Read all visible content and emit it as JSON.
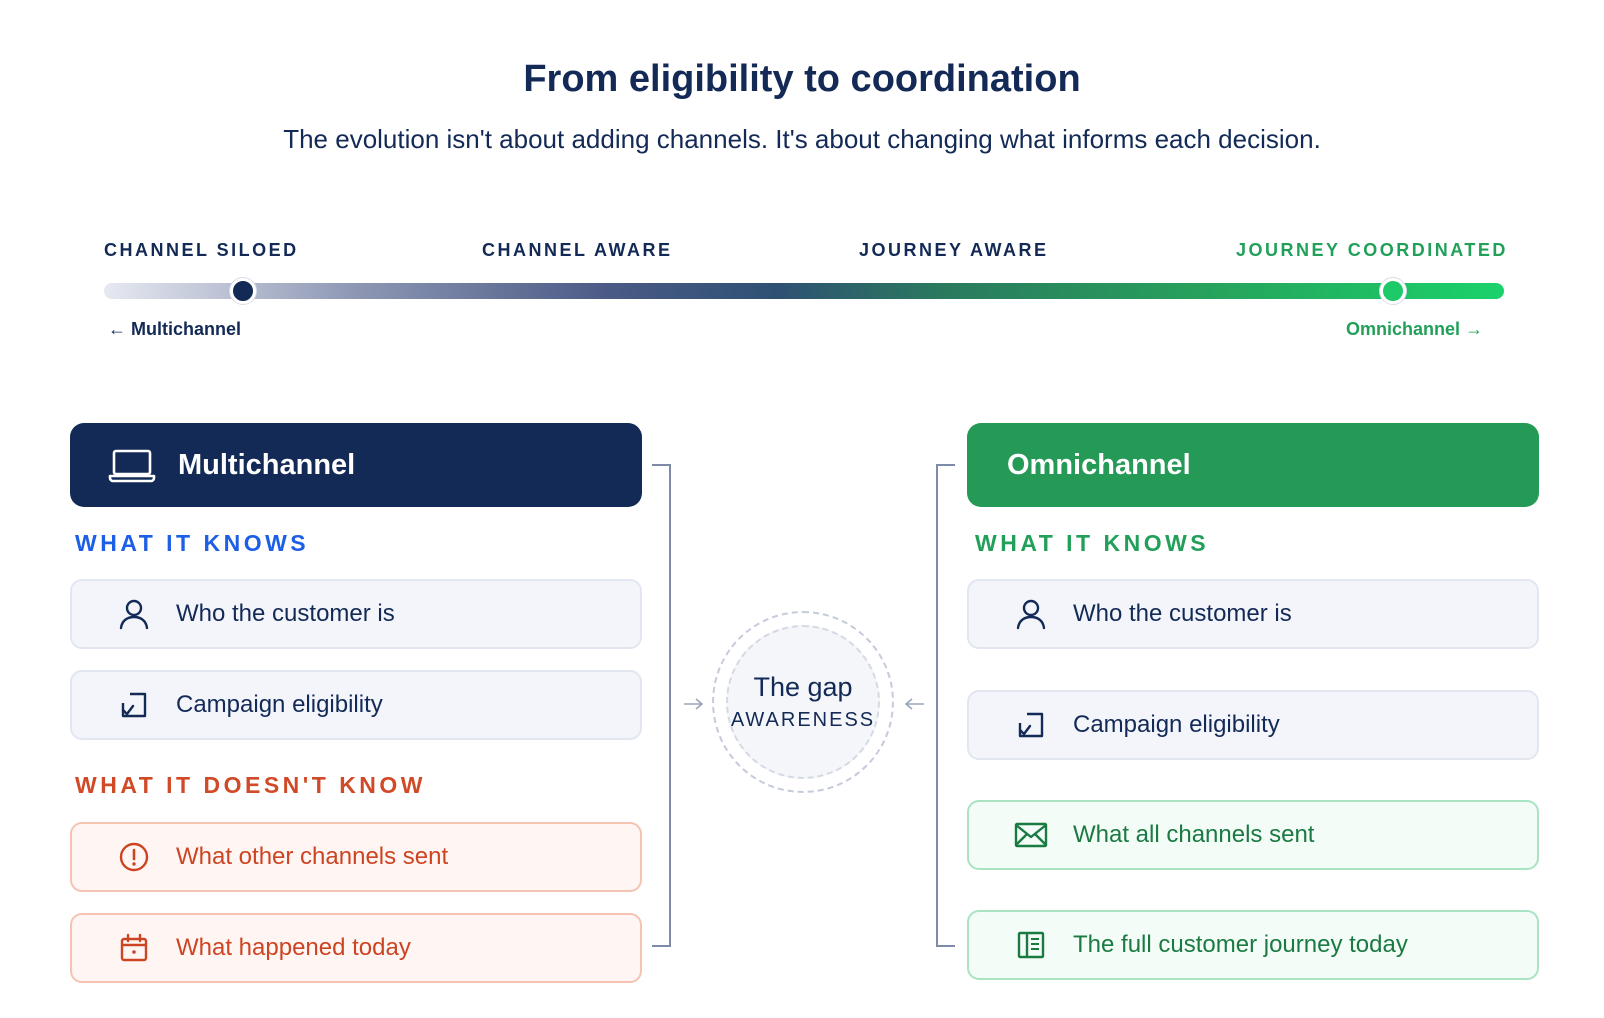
{
  "header": {
    "title": "From eligibility to coordination",
    "subtitle": "The evolution isn't about adding channels. It's about changing what informs each decision."
  },
  "spectrum": {
    "stages": [
      "CHANNEL SILOED",
      "CHANNEL AWARE",
      "JOURNEY AWARE",
      "JOURNEY COORDINATED"
    ],
    "left_label": "← Multichannel",
    "right_label": "Omnichannel →",
    "colors": {
      "start": "#e6e9f1",
      "mid": "#2e5173",
      "end": "#1ad26a"
    }
  },
  "multichannel": {
    "title": "Multichannel",
    "icon": "laptop-icon",
    "color": "#132a56",
    "knows_heading": "WHAT IT KNOWS",
    "knows": [
      {
        "label": "Who the customer is",
        "icon": "user-icon"
      },
      {
        "label": "Campaign eligibility",
        "icon": "checkbox-icon"
      }
    ],
    "doesnt_heading": "WHAT IT DOESN'T KNOW",
    "doesnt": [
      {
        "label": "What other channels sent",
        "icon": "alert-circle-icon"
      },
      {
        "label": "What happened today",
        "icon": "calendar-icon"
      }
    ]
  },
  "gap": {
    "title": "The gap",
    "subtitle": "AWARENESS"
  },
  "omnichannel": {
    "title": "Omnichannel",
    "color": "#249a56",
    "knows_heading": "WHAT IT KNOWS",
    "knows": [
      {
        "label": "Who the customer is",
        "icon": "user-icon"
      },
      {
        "label": "Campaign eligibility",
        "icon": "checkbox-icon"
      },
      {
        "label": "What all channels sent",
        "icon": "mail-icon"
      },
      {
        "label": "The full customer journey today",
        "icon": "journal-icon"
      }
    ]
  }
}
